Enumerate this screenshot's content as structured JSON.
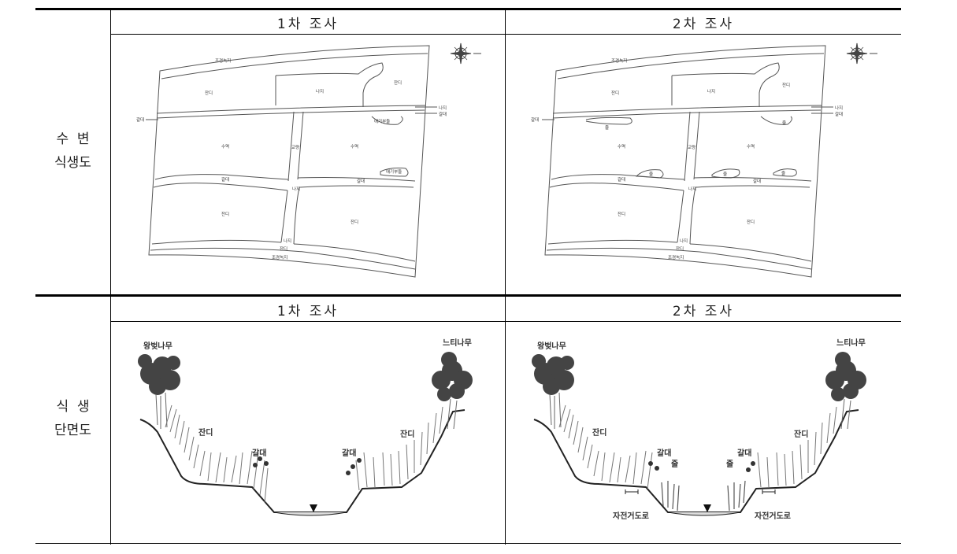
{
  "rows": [
    {
      "label_line1": "수  변",
      "label_line2": "식생도",
      "col1_header": "1차 조사",
      "col2_header": "2차 조사"
    },
    {
      "label_line1": "식  생",
      "label_line2": "단면도",
      "col1_header": "1차 조사",
      "col2_header": "2차 조사"
    }
  ],
  "map1": {
    "labels": [
      "조경녹지",
      "잔디",
      "나지",
      "잔디",
      "갈대",
      "나지",
      "갈대",
      "애기부들",
      "수역",
      "교량",
      "수역",
      "애기부들",
      "갈대",
      "갈대",
      "나지",
      "잔디",
      "잔디",
      "나지",
      "잔디",
      "조경녹지"
    ]
  },
  "map2": {
    "labels": [
      "조경녹지",
      "잔디",
      "나지",
      "잔디",
      "갈대",
      "줄",
      "나지",
      "갈대",
      "줄",
      "수역",
      "교량",
      "수역",
      "줄",
      "줄",
      "줄",
      "갈대",
      "갈대",
      "나지",
      "잔디",
      "잔디",
      "나지",
      "잔디",
      "조경녹지"
    ]
  },
  "section1": {
    "labels": [
      "왕벚나무",
      "느티나무",
      "잔디",
      "잔디",
      "갈대",
      "갈대"
    ]
  },
  "section2": {
    "labels": [
      "왕벚나무",
      "느티나무",
      "잔디",
      "잔디",
      "갈대",
      "갈대",
      "줄",
      "줄",
      "자전거도로",
      "자전거도로"
    ]
  }
}
